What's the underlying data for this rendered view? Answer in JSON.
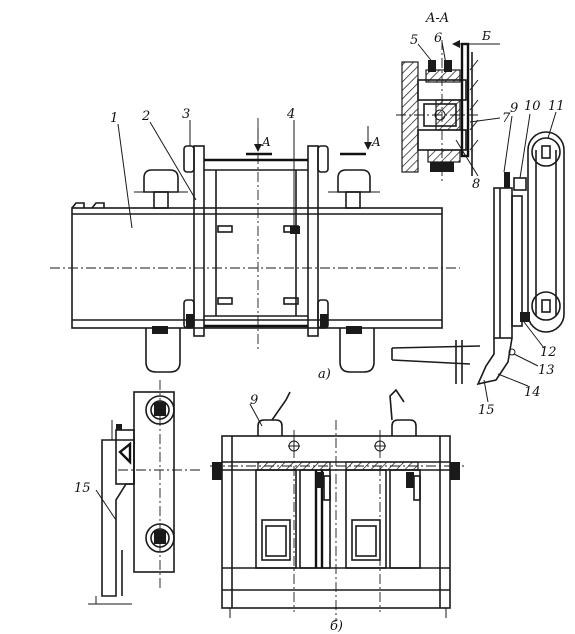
{
  "labels": {
    "section_title": "A-A",
    "view_a": "а)",
    "view_b": "б)",
    "cut_mark_left": "A",
    "cut_mark_right": "A",
    "detail_mark": "Б",
    "n1": "1",
    "n2": "2",
    "n3": "3",
    "n4": "4",
    "n5": "5",
    "n6": "6",
    "n7": "7",
    "n8": "8",
    "n9": "9",
    "n10": "10",
    "n11": "11",
    "n12": "12",
    "n13": "13",
    "n14": "14",
    "n15": "15",
    "n15_left": "15",
    "n9_bottom": "9"
  }
}
